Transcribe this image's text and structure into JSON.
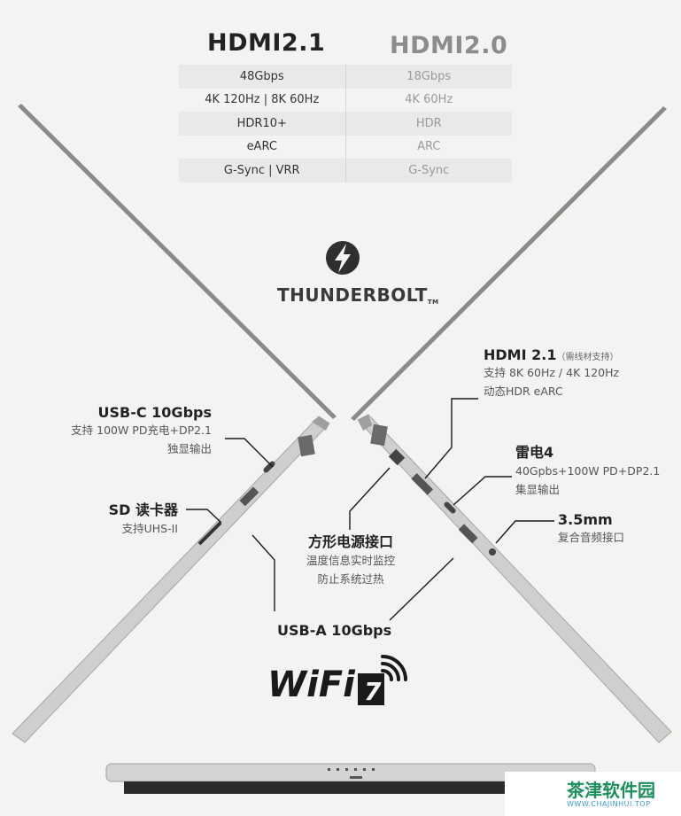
{
  "comparison": {
    "left_header": "HDMI2.1",
    "right_header": "HDMI2.0",
    "rows": [
      {
        "left": "48Gbps",
        "right": "18Gbps"
      },
      {
        "left": "4K 120Hz | 8K 60Hz",
        "right": "4K 60Hz"
      },
      {
        "left": "HDR10+",
        "right": "HDR"
      },
      {
        "left": "eARC",
        "right": "ARC"
      },
      {
        "left": "G-Sync | VRR",
        "right": "G-Sync"
      }
    ]
  },
  "thunderbolt": {
    "label": "THUNDERBOLT",
    "tm": "TM"
  },
  "ports_left": {
    "usbc": {
      "title": "USB-C 10Gbps",
      "sub1": "支持 100W PD充电+DP2.1",
      "sub2": "独显输出"
    },
    "sd": {
      "title": "SD 读卡器",
      "sub1": "支持UHS-II"
    },
    "power": {
      "title": "方形电源接口",
      "sub1": "温度信息实时监控",
      "sub2": "防止系统过热"
    },
    "usba": {
      "title": "USB-A 10Gbps"
    }
  },
  "ports_right": {
    "hdmi": {
      "title": "HDMI 2.1",
      "note": "（需线材支持）",
      "sub1": "支持 8K 60Hz / 4K 120Hz",
      "sub2": "动态HDR eARC"
    },
    "tb4": {
      "title": "雷电4",
      "sub1": "40Gpbs+100W PD+DP2.1",
      "sub2": "集显输出"
    },
    "audio": {
      "title": "3.5mm",
      "sub1": "复合音频接口"
    }
  },
  "wifi": {
    "label": "WiFi",
    "version": "7"
  },
  "watermark": {
    "cn": "茶津软件园",
    "en": "WWW.CHAJINHUI.TOP"
  },
  "colors": {
    "laptop_body": "#c9c9c7",
    "laptop_edge": "#9d9d9b",
    "watermark_green": "#1a8f5a"
  }
}
